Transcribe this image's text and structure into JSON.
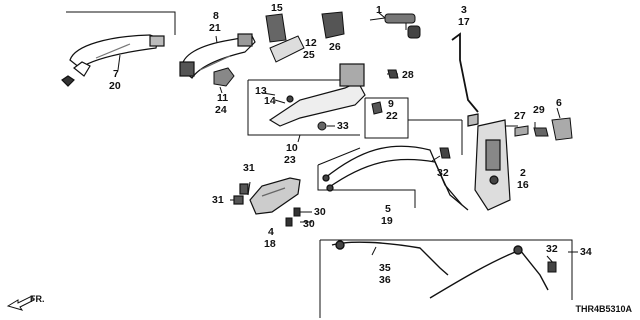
{
  "callouts": [
    {
      "id": "c1",
      "text": "1"
    },
    {
      "id": "c3",
      "text": "3"
    },
    {
      "id": "c17",
      "text": "17"
    },
    {
      "id": "c6",
      "text": "6"
    },
    {
      "id": "c7",
      "text": "7"
    },
    {
      "id": "c20",
      "text": "20"
    },
    {
      "id": "c8",
      "text": "8"
    },
    {
      "id": "c21",
      "text": "21"
    },
    {
      "id": "c15",
      "text": "15"
    },
    {
      "id": "c12",
      "text": "12"
    },
    {
      "id": "c25",
      "text": "25"
    },
    {
      "id": "c26",
      "text": "26"
    },
    {
      "id": "c28",
      "text": "28"
    },
    {
      "id": "c11",
      "text": "11"
    },
    {
      "id": "c24",
      "text": "24"
    },
    {
      "id": "c13",
      "text": "13"
    },
    {
      "id": "c14",
      "text": "14"
    },
    {
      "id": "c9",
      "text": "9"
    },
    {
      "id": "c22",
      "text": "22"
    },
    {
      "id": "c33",
      "text": "33"
    },
    {
      "id": "c10",
      "text": "10"
    },
    {
      "id": "c23",
      "text": "23"
    },
    {
      "id": "c27",
      "text": "27"
    },
    {
      "id": "c29",
      "text": "29"
    },
    {
      "id": "c32a",
      "text": "32"
    },
    {
      "id": "c2",
      "text": "2"
    },
    {
      "id": "c16",
      "text": "16"
    },
    {
      "id": "c31a",
      "text": "31"
    },
    {
      "id": "c31b",
      "text": "31"
    },
    {
      "id": "c4",
      "text": "4"
    },
    {
      "id": "c18",
      "text": "18"
    },
    {
      "id": "c30a",
      "text": "30"
    },
    {
      "id": "c30b",
      "text": "30"
    },
    {
      "id": "c5",
      "text": "5"
    },
    {
      "id": "c19",
      "text": "19"
    },
    {
      "id": "c35",
      "text": "35"
    },
    {
      "id": "c36",
      "text": "36"
    },
    {
      "id": "c32b",
      "text": "32"
    },
    {
      "id": "c34",
      "text": "34"
    }
  ],
  "direction_label": "FR.",
  "diagram_code": "THR4B5310A"
}
